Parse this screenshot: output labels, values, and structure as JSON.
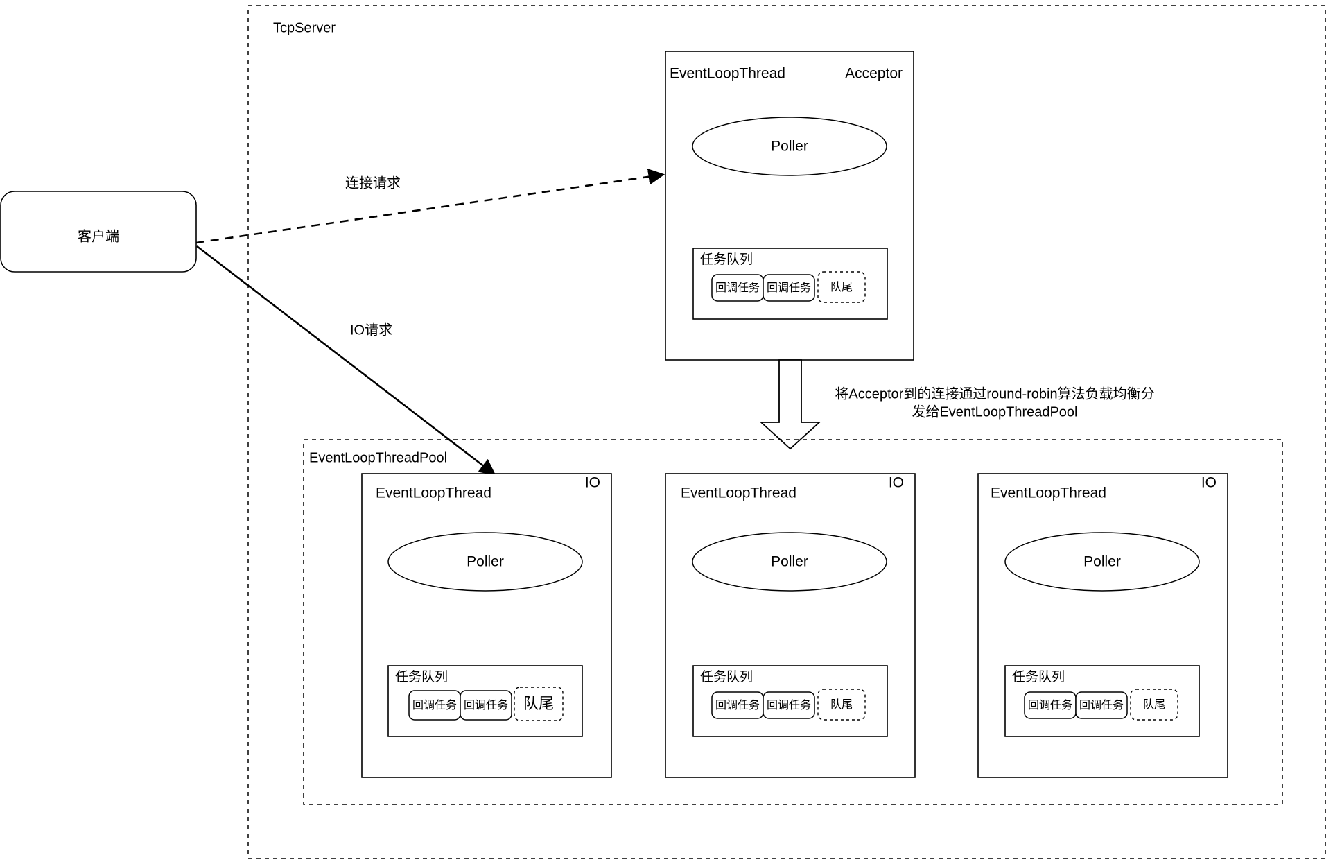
{
  "diagram": {
    "title": "TcpServer",
    "client": {
      "label": "客户端"
    },
    "containers": {
      "tcp_server_label": "TcpServer",
      "thread_pool_label": "EventLoopThreadPool"
    },
    "edges": {
      "connect_request": "连接请求",
      "io_request": "IO请求",
      "dispatch_note_line1": "将Acceptor到的连接通过round-robin算法负载均衡分",
      "dispatch_note_line2": "发给EventLoopThreadPool"
    },
    "acceptor_thread": {
      "header": "EventLoopThread",
      "corner": "Acceptor",
      "poller": "Poller",
      "queue": {
        "title": "任务队列",
        "tasks": [
          "回调任务",
          "回调任务"
        ],
        "tail": "队尾"
      }
    },
    "io_threads": [
      {
        "header": "EventLoopThread",
        "corner": "IO",
        "poller": "Poller",
        "queue": {
          "title": "任务队列",
          "tasks": [
            "回调任务",
            "回调任务"
          ],
          "tail": "队尾"
        }
      },
      {
        "header": "EventLoopThread",
        "corner": "IO",
        "poller": "Poller",
        "queue": {
          "title": "任务队列",
          "tasks": [
            "回调任务",
            "回调任务"
          ],
          "tail": "队尾"
        }
      },
      {
        "header": "EventLoopThread",
        "corner": "IO",
        "poller": "Poller",
        "queue": {
          "title": "任务队列",
          "tasks": [
            "回调任务",
            "回调任务"
          ],
          "tail": "队尾"
        }
      }
    ],
    "colors": {
      "background": "#ffffff",
      "stroke": "#000000",
      "text": "#000000"
    }
  }
}
